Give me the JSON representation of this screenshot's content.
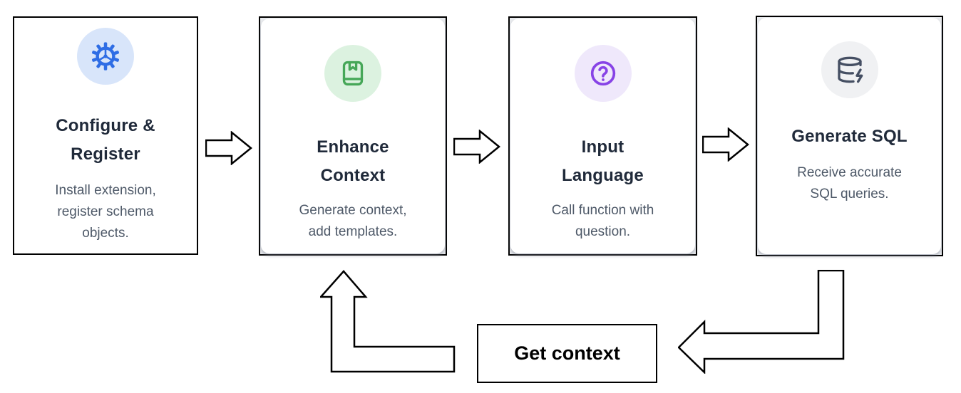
{
  "diagram": {
    "background": "#ffffff",
    "steps": [
      {
        "title_lines": [
          "Configure &",
          "Register"
        ],
        "description_lines": [
          "Install extension,",
          "register schema",
          "objects."
        ],
        "icon": "gear-icon",
        "icon_color": "#2e6de5",
        "icon_bg_color": "#d8e5fa"
      },
      {
        "title_lines": [
          "Enhance",
          "Context"
        ],
        "description_lines": [
          "Generate context,",
          "add templates."
        ],
        "icon": "book-bookmark-icon",
        "icon_color": "#46a758",
        "icon_bg_color": "#dcf2e0"
      },
      {
        "title_lines": [
          "Input",
          "Language"
        ],
        "description_lines": [
          "Call function with",
          "question."
        ],
        "icon": "question-circle-icon",
        "icon_color": "#8743e6",
        "icon_bg_color": "#efe8fb"
      },
      {
        "title_lines": [
          "Generate SQL"
        ],
        "description_lines": [
          "Receive accurate",
          "SQL queries."
        ],
        "icon": "database-zap-icon",
        "icon_color": "#454f63",
        "icon_bg_color": "#f0f1f3"
      }
    ],
    "loop": {
      "label": "Get context"
    },
    "colors": {
      "title_text": "#202a3a",
      "description_text": "#4e5968",
      "card_border": "#000000",
      "arrow_outline": "#000000",
      "arrow_fill": "#ffffff"
    }
  }
}
